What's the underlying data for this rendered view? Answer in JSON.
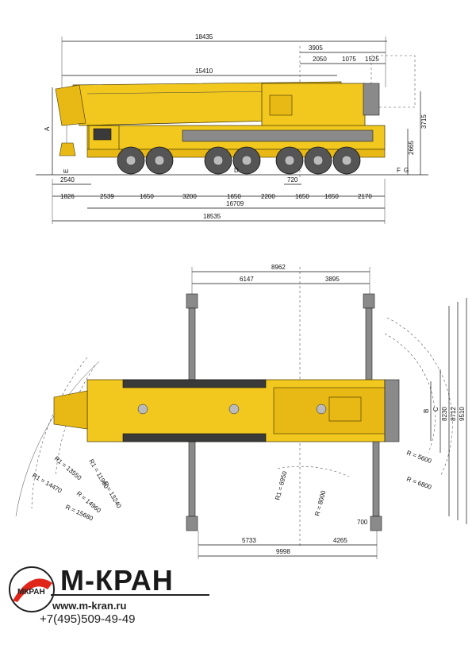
{
  "side_view": {
    "dims_top": [
      "18435",
      "3905",
      "2050",
      "1075",
      "1525",
      "15410"
    ],
    "dims_right": [
      "3715",
      "2665"
    ],
    "dims_bottom_row1": [
      "2540",
      "720"
    ],
    "dims_bottom_row2": [
      "1826",
      "2539",
      "1650",
      "3200",
      "1650",
      "2200",
      "1650",
      "1650",
      "2170"
    ],
    "dims_bottom_row3": [
      "16709"
    ],
    "dims_bottom_row4": [
      "18535"
    ],
    "letters": [
      "A",
      "E",
      "D",
      "F",
      "G"
    ]
  },
  "top_view": {
    "dims_top": [
      "8962",
      "6147",
      "3895"
    ],
    "dims_bottom": [
      "5733",
      "4265",
      "9998"
    ],
    "dims_right": [
      "B",
      "C",
      "8230",
      "8712",
      "9510"
    ],
    "radii_left": [
      "R1 = 11960",
      "R1 = 13550",
      "R1 = 14470",
      "R = 13240",
      "R = 14960",
      "R = 15680"
    ],
    "radii_center": [
      "R1 = 6950",
      "R = 8000"
    ],
    "radii_right": [
      "R = 5600",
      "R = 6800"
    ],
    "small_dim": "700"
  },
  "brand": {
    "name": "М-КРАН",
    "logo_text": "МКРАН",
    "website": "www.m-kran.ru",
    "phone": "+7(495)509-49-49"
  },
  "colors": {
    "crane_yellow": "#f2c81e",
    "outline": "#3a3000",
    "ink": "#111111"
  }
}
